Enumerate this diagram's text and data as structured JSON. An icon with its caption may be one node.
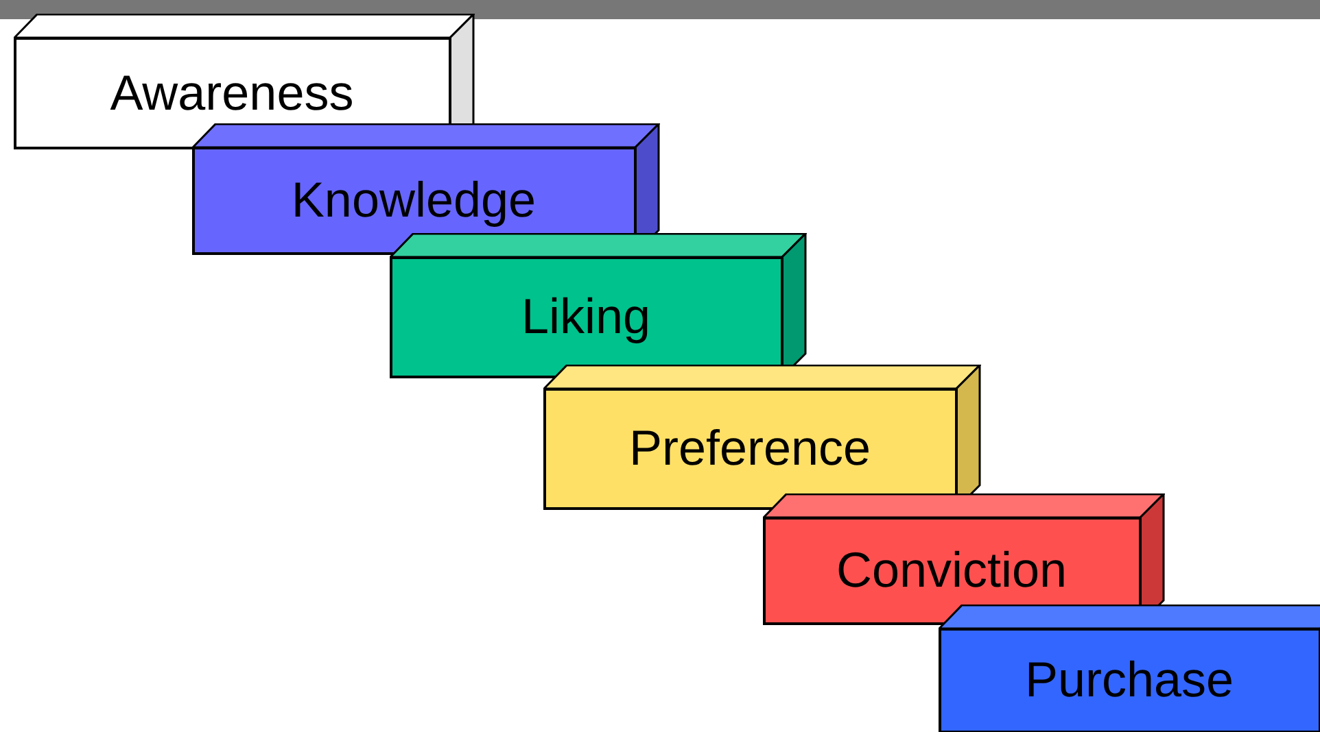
{
  "diagram": {
    "nodes": [
      {
        "text": [
          "Awareness"
        ]
      },
      {
        "text": [
          "Knowledge"
        ]
      },
      {
        "text": [
          "Liking"
        ]
      },
      {
        "text": [
          "Preference"
        ]
      },
      {
        "text": [
          "Conviction"
        ]
      },
      {
        "text": [
          "Purchase"
        ]
      }
    ]
  }
}
